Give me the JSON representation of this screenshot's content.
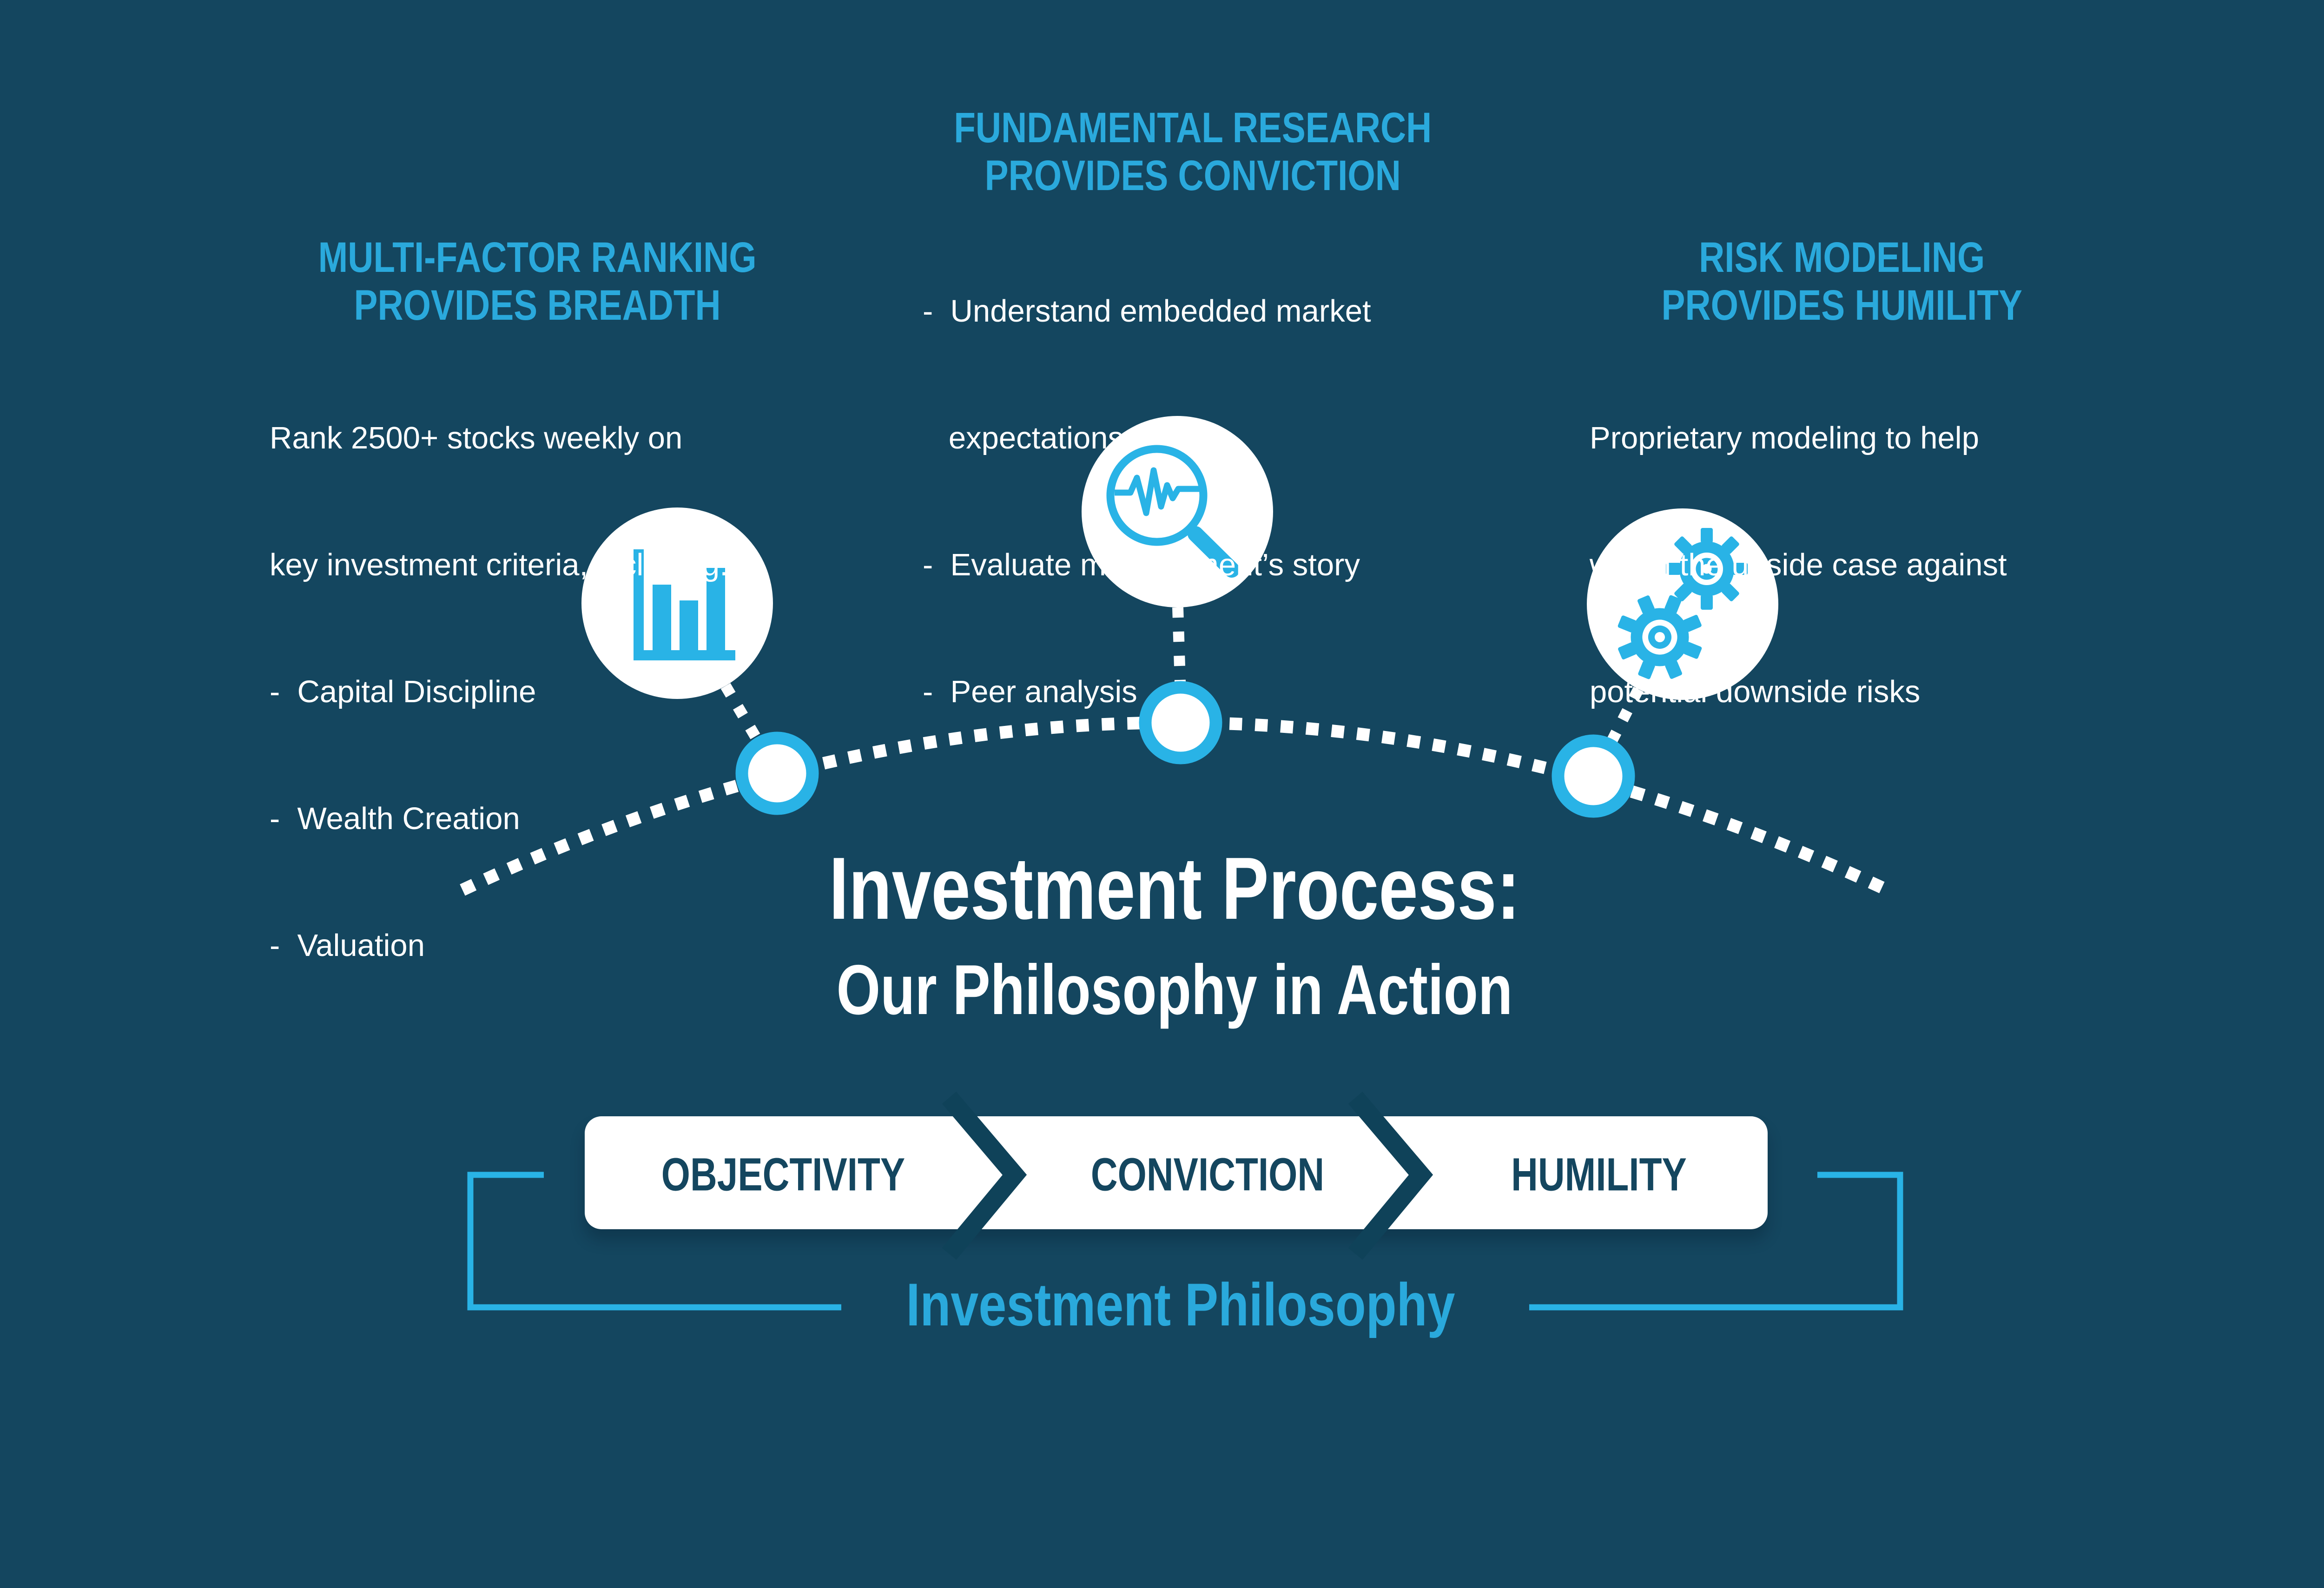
{
  "colors": {
    "background_navy": "#14465f",
    "heading_cyan": "#2aa9dc",
    "icon_cyan": "#29b3e6",
    "white": "#ffffff",
    "bar_text_navy": "#14465f",
    "chevron_navy": "#0f4259"
  },
  "sections": [
    {
      "heading_line1": "MULTI-FACTOR RANKING",
      "heading_line2": "PROVIDES BREADTH",
      "icon": "bar-chart-icon",
      "lines": [
        "Rank 2500+ stocks weekly on",
        "key investment criteria, including:",
        "-  Capital Discipline",
        "-  Wealth Creation",
        "-  Valuation"
      ]
    },
    {
      "heading_line1": "FUNDAMENTAL RESEARCH",
      "heading_line2": "PROVIDES CONVICTION",
      "icon": "magnifier-pulse-icon",
      "lines": [
        "-  Understand embedded market",
        "   expectations",
        "-  Evaluate management’s story",
        "-  Peer analysis"
      ]
    },
    {
      "heading_line1": "RISK MODELING",
      "heading_line2": "PROVIDES HUMILITY",
      "icon": "gears-icon",
      "lines": [
        "Proprietary modeling to help",
        "weigh the upside case against",
        "potential downside risks"
      ]
    }
  ],
  "title": {
    "line1": "Investment Process:",
    "line2": "Our Philosophy in Action"
  },
  "process_bar": {
    "steps": [
      "OBJECTIVITY",
      "CONVICTION",
      "HUMILITY"
    ]
  },
  "philosophy": {
    "label": "Investment Philosophy"
  }
}
